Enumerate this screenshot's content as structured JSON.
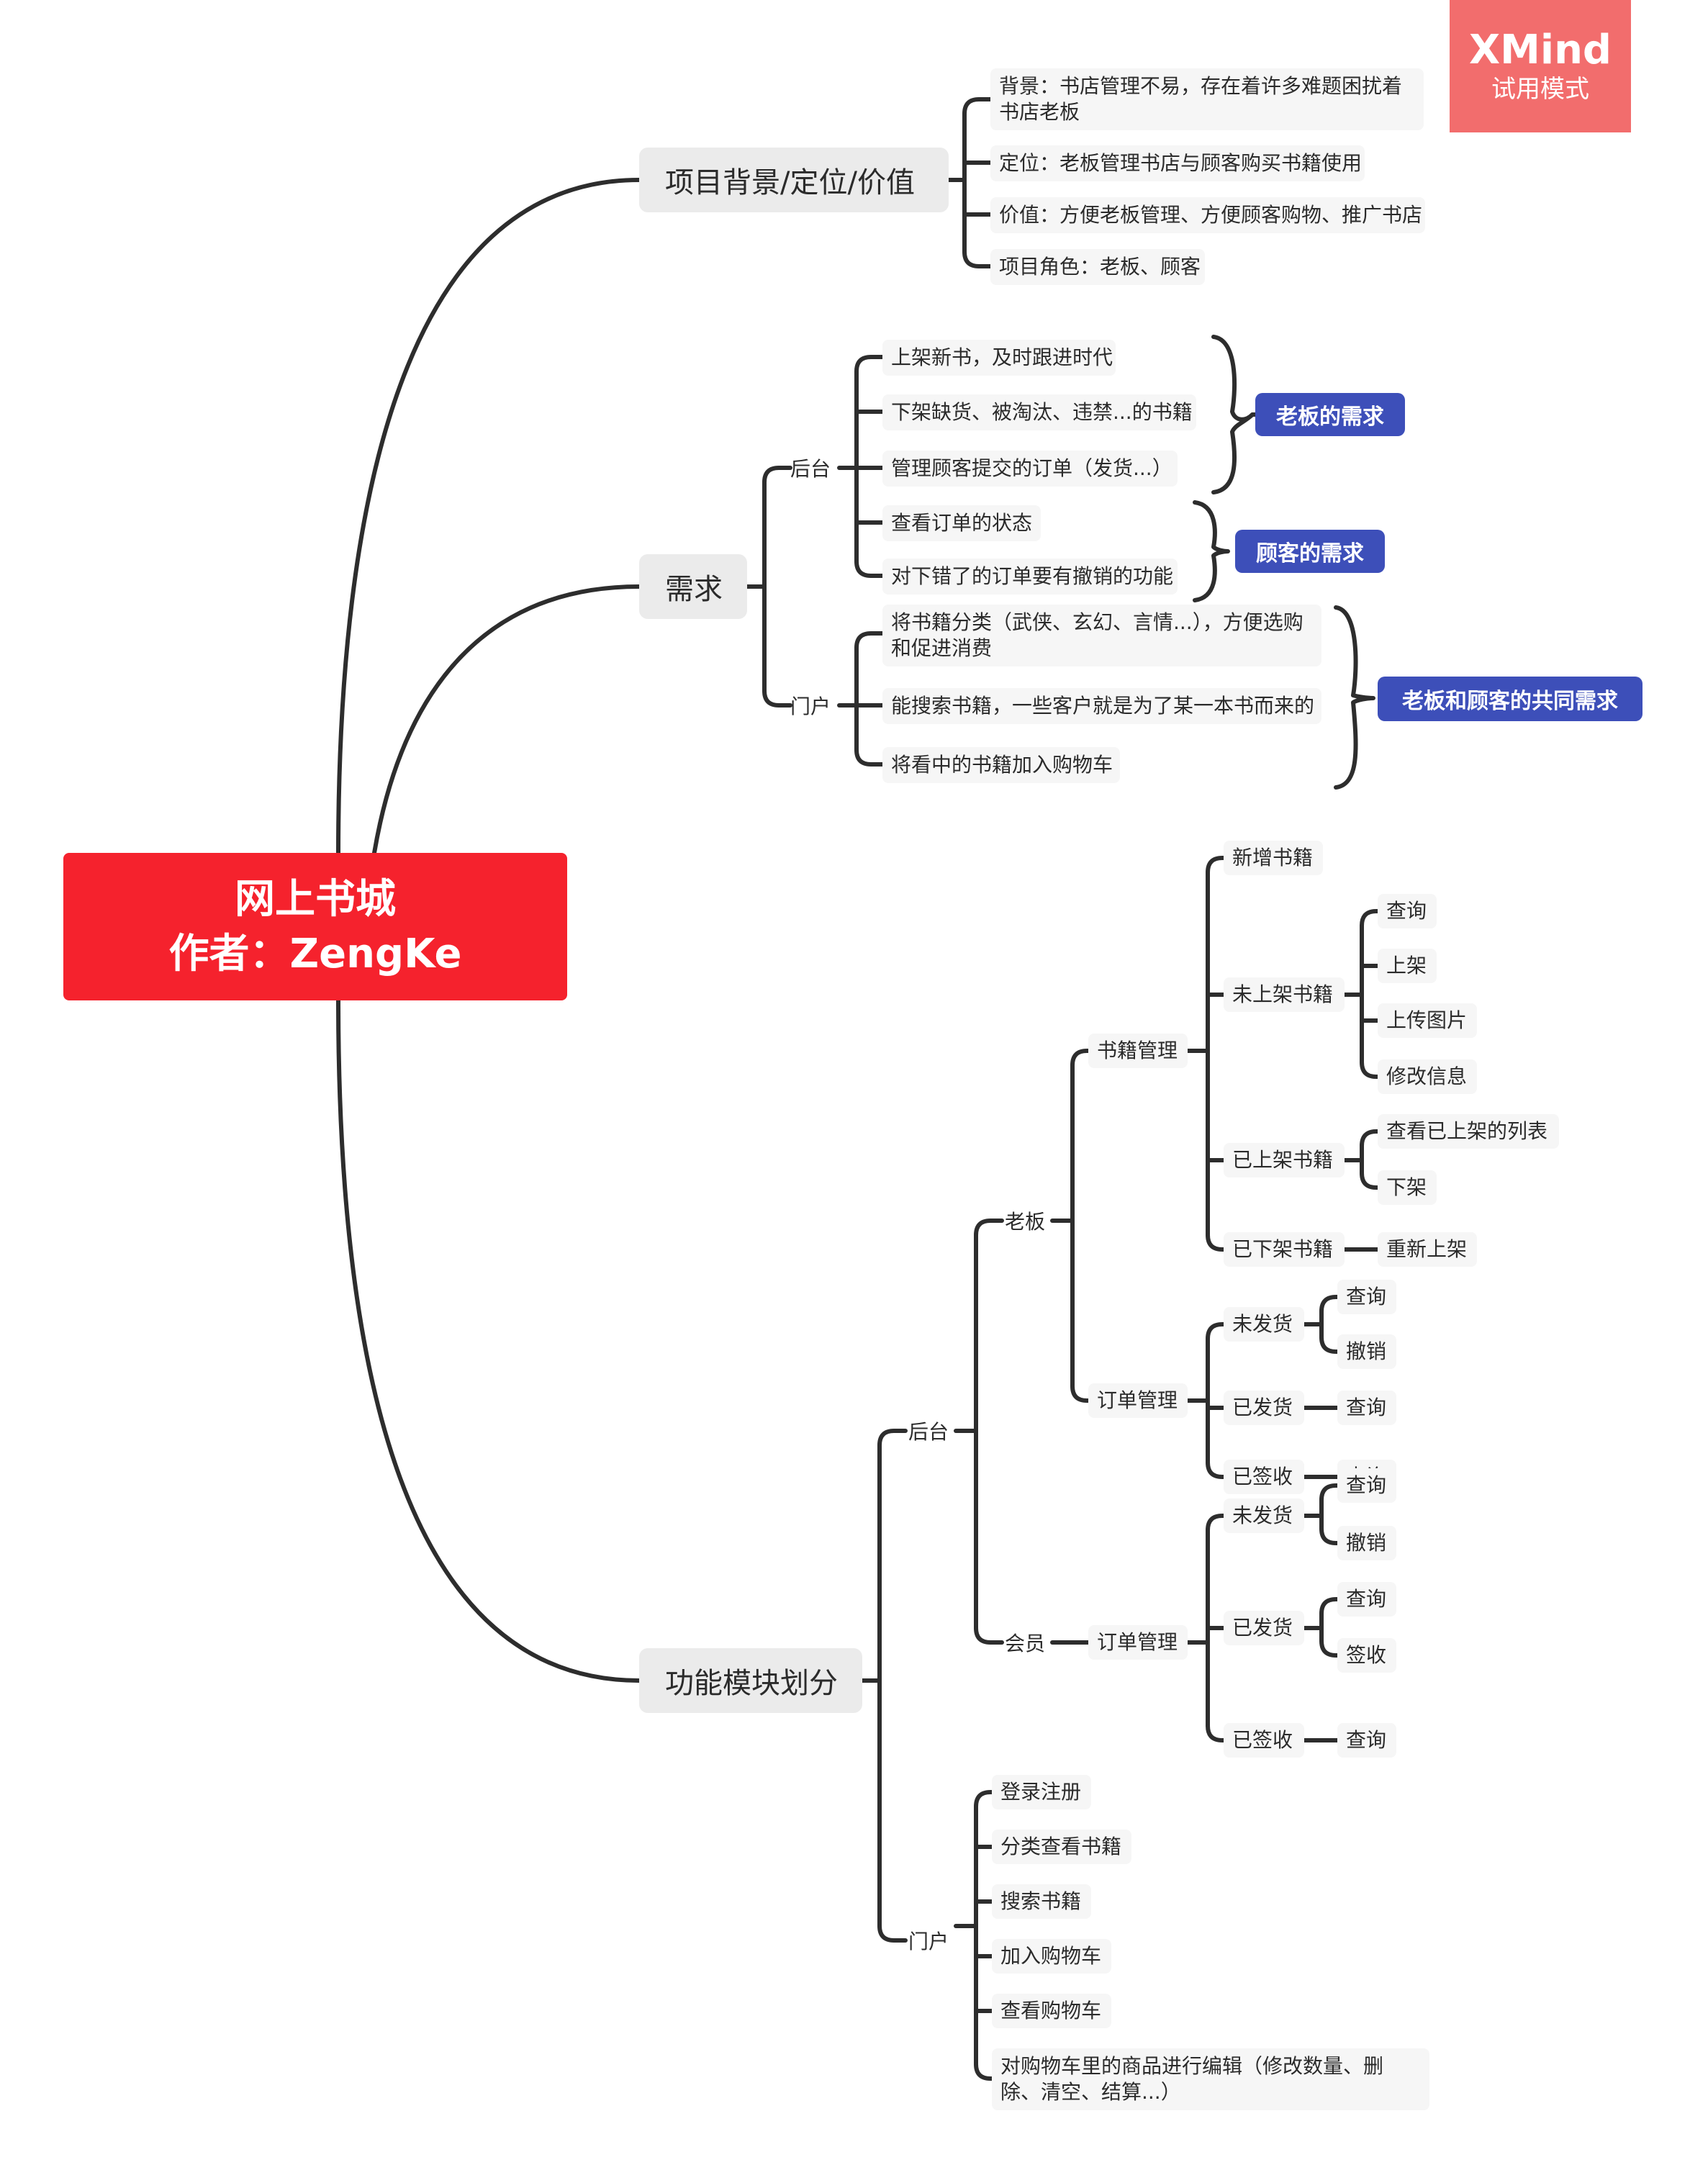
{
  "watermark": {
    "brand": "XMind",
    "mode": "试用模式"
  },
  "root": {
    "title": "网上书城",
    "author": "作者：ZengKe"
  },
  "branches": {
    "background": {
      "label": "项目背景/定位/价值",
      "items": [
        "背景：书店管理不易，存在着许多难题困扰着书店老板",
        "定位：老板管理书店与顾客购买书籍使用",
        "价值：方便老板管理、方便顾客购物、推广书店",
        "项目角色：老板、顾客"
      ]
    },
    "requirements": {
      "label": "需求",
      "backend": {
        "label": "后台",
        "items": [
          "上架新书，及时跟进时代",
          "下架缺货、被淘汰、违禁...的书籍",
          "管理顾客提交的订单（发货...）",
          "查看订单的状态",
          "对下错了的订单要有撤销的功能"
        ]
      },
      "portal": {
        "label": "门户",
        "items": [
          "将书籍分类（武侠、玄幻、言情...），方便选购和促进消费",
          "能搜索书籍，一些客户就是为了某一本书而来的",
          "将看中的书籍加入购物车"
        ]
      },
      "summaries": {
        "owner": "老板的需求",
        "customer": "顾客的需求",
        "both": "老板和顾客的共同需求"
      }
    },
    "modules": {
      "label": "功能模块划分",
      "backend": {
        "label": "后台",
        "owner": {
          "label": "老板",
          "book_mgmt": {
            "label": "书籍管理",
            "add": "新增书籍",
            "unlisted": {
              "label": "未上架书籍",
              "items": [
                "查询",
                "上架",
                "上传图片",
                "修改信息"
              ]
            },
            "listed": {
              "label": "已上架书籍",
              "items": [
                "查看已上架的列表",
                "下架"
              ]
            },
            "delisted": {
              "label": "已下架书籍",
              "items": [
                "重新上架"
              ]
            }
          },
          "order_mgmt": {
            "label": "订单管理",
            "unshipped": {
              "label": "未发货",
              "items": [
                "查询",
                "撤销"
              ]
            },
            "shipped": {
              "label": "已发货",
              "items": [
                "查询"
              ]
            },
            "received": {
              "label": "已签收",
              "items": [
                "查询"
              ]
            }
          }
        },
        "member": {
          "label": "会员",
          "order_mgmt": {
            "label": "订单管理",
            "unshipped": {
              "label": "未发货",
              "items": [
                "查询",
                "撤销"
              ]
            },
            "shipped": {
              "label": "已发货",
              "items": [
                "查询",
                "签收"
              ]
            },
            "received": {
              "label": "已签收",
              "items": [
                "查询"
              ]
            }
          }
        }
      },
      "portal": {
        "label": "门户",
        "items": [
          "登录注册",
          "分类查看书籍",
          "搜索书籍",
          "加入购物车",
          "查看购物车",
          "对购物车里的商品进行编辑（修改数量、删除、清空、结算...）"
        ]
      }
    }
  }
}
